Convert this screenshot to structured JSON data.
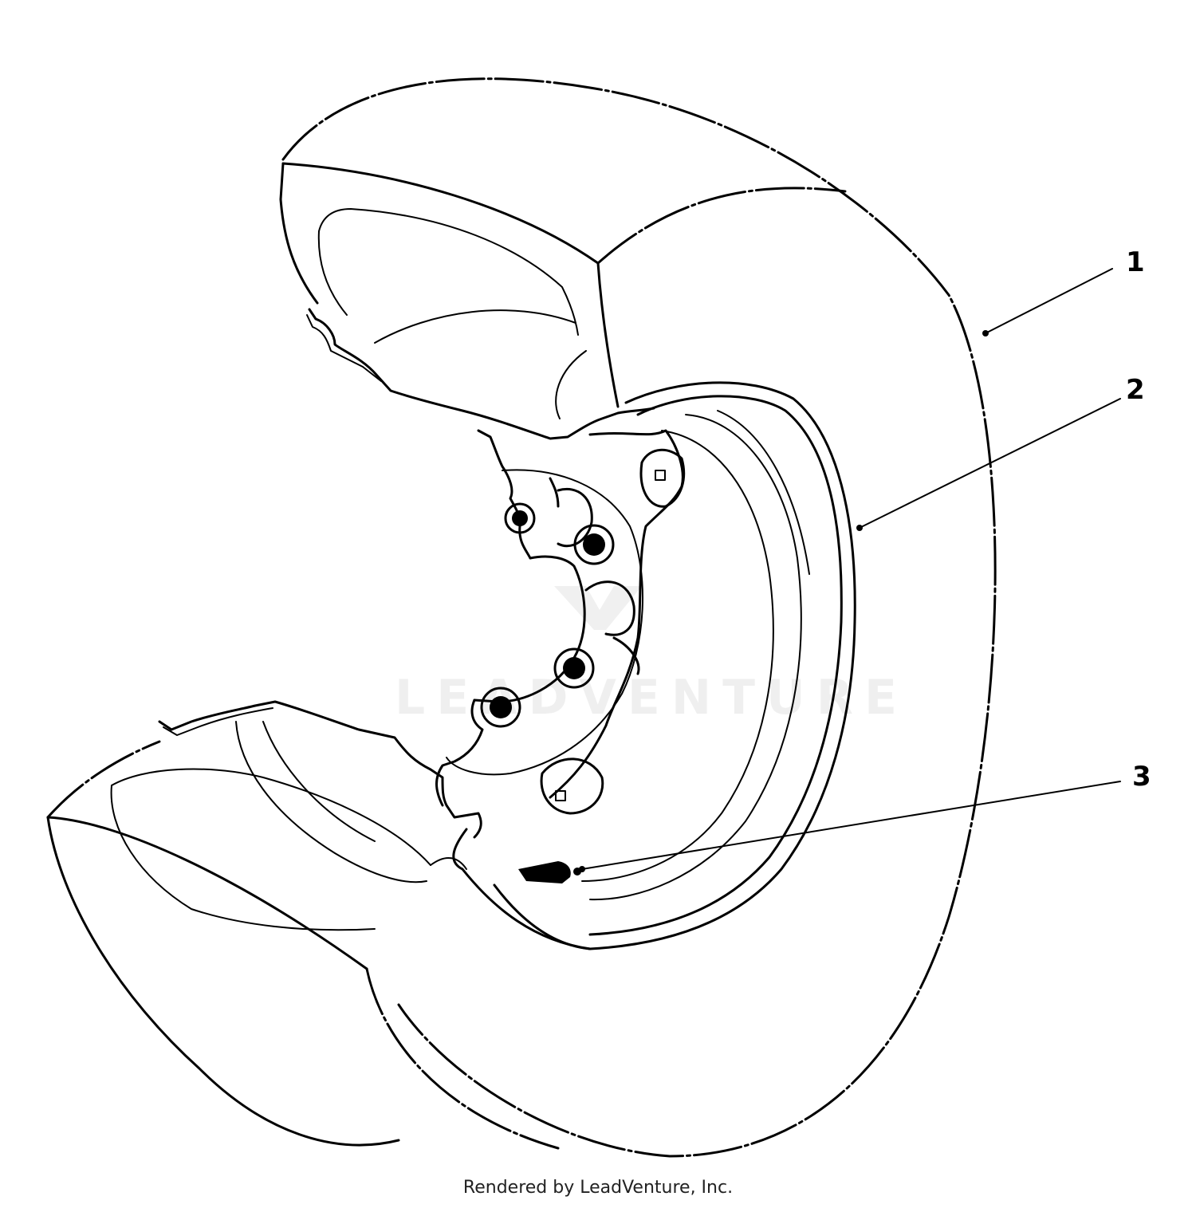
{
  "callouts": [
    {
      "label": "1",
      "part": "tire"
    },
    {
      "label": "2",
      "part": "wheel-rim"
    },
    {
      "label": "3",
      "part": "valve-stem"
    }
  ],
  "watermark": "LEADVENTURE",
  "credit": "Rendered by LeadVenture, Inc."
}
